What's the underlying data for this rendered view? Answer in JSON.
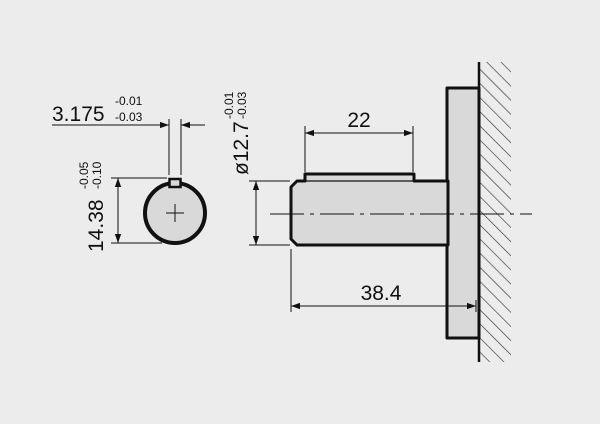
{
  "drawing": {
    "key_width": {
      "value": "3.175",
      "tol_upper": "-0.01",
      "tol_lower": "-0.03"
    },
    "key_depth": {
      "value": "14.38",
      "tol_upper": "-0.05",
      "tol_lower": "-0.10"
    },
    "shaft_diameter": {
      "value": "ø12.7",
      "tol_upper": "-0.01",
      "tol_lower": "-0.03"
    },
    "keyway_length": {
      "value": "22"
    },
    "shaft_length": {
      "value": "38.4"
    },
    "colors": {
      "background": "#ececec",
      "part_fill": "#d9d9d9",
      "line": "#111111",
      "hatch": "#333333"
    }
  }
}
